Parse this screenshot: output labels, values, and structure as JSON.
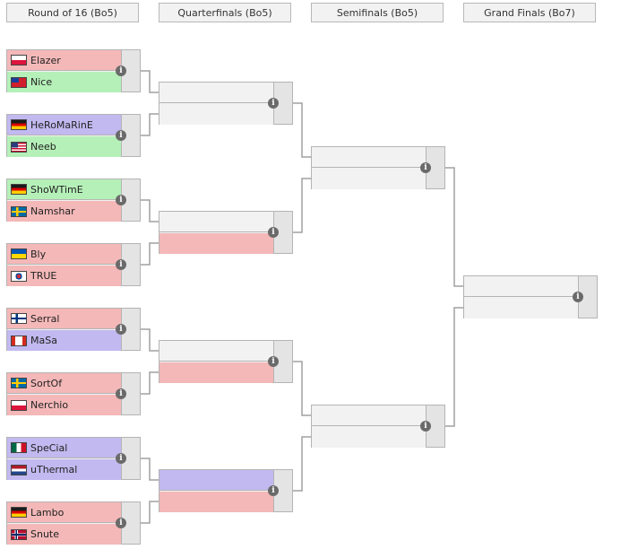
{
  "rounds": [
    {
      "label": "Round of 16 (Bo5)"
    },
    {
      "label": "Quarterfinals (Bo5)"
    },
    {
      "label": "Semifinals (Bo5)"
    },
    {
      "label": "Grand Finals (Bo7)"
    }
  ],
  "colors": {
    "win": "#b5f0b8",
    "loss": "#f4b8b8",
    "tbd": "#c1b9ef",
    "empty": "#f2f2f2",
    "line": "#a0a0a0"
  },
  "info_icon": "info-icon",
  "round_of_16": [
    {
      "top": {
        "name": "Elazer",
        "flag": "poland",
        "state": "loss"
      },
      "bottom": {
        "name": "Nice",
        "flag": "taiwan",
        "state": "win"
      }
    },
    {
      "top": {
        "name": "HeRoMaRinE",
        "flag": "germany",
        "state": "tbd"
      },
      "bottom": {
        "name": "Neeb",
        "flag": "usa",
        "state": "win"
      }
    },
    {
      "top": {
        "name": "ShoWTimE",
        "flag": "germany",
        "state": "win"
      },
      "bottom": {
        "name": "Namshar",
        "flag": "sweden",
        "state": "loss"
      }
    },
    {
      "top": {
        "name": "Bly",
        "flag": "ukraine",
        "state": "loss"
      },
      "bottom": {
        "name": "TRUE",
        "flag": "korea",
        "state": "loss"
      }
    },
    {
      "top": {
        "name": "Serral",
        "flag": "finland",
        "state": "loss"
      },
      "bottom": {
        "name": "MaSa",
        "flag": "canada",
        "state": "tbd"
      }
    },
    {
      "top": {
        "name": "SortOf",
        "flag": "sweden",
        "state": "loss"
      },
      "bottom": {
        "name": "Nerchio",
        "flag": "poland",
        "state": "loss"
      }
    },
    {
      "top": {
        "name": "SpeCial",
        "flag": "mexico",
        "state": "tbd"
      },
      "bottom": {
        "name": "uThermal",
        "flag": "netherlands",
        "state": "tbd"
      }
    },
    {
      "top": {
        "name": "Lambo",
        "flag": "germany",
        "state": "loss"
      },
      "bottom": {
        "name": "Snute",
        "flag": "norway",
        "state": "loss"
      }
    }
  ],
  "quarterfinals": [
    {
      "top": {
        "name": "",
        "flag": "",
        "state": "empty"
      },
      "bottom": {
        "name": "",
        "flag": "",
        "state": "empty"
      }
    },
    {
      "top": {
        "name": "",
        "flag": "",
        "state": "empty"
      },
      "bottom": {
        "name": "",
        "flag": "",
        "state": "loss"
      }
    },
    {
      "top": {
        "name": "",
        "flag": "",
        "state": "empty"
      },
      "bottom": {
        "name": "",
        "flag": "",
        "state": "loss"
      }
    },
    {
      "top": {
        "name": "",
        "flag": "",
        "state": "tbd"
      },
      "bottom": {
        "name": "",
        "flag": "",
        "state": "loss"
      }
    }
  ],
  "semifinals": [
    {
      "top": {
        "name": "",
        "flag": "",
        "state": "empty"
      },
      "bottom": {
        "name": "",
        "flag": "",
        "state": "empty"
      }
    },
    {
      "top": {
        "name": "",
        "flag": "",
        "state": "empty"
      },
      "bottom": {
        "name": "",
        "flag": "",
        "state": "empty"
      }
    }
  ],
  "grand_finals": [
    {
      "top": {
        "name": "",
        "flag": "",
        "state": "empty"
      },
      "bottom": {
        "name": "",
        "flag": "",
        "state": "empty"
      }
    }
  ]
}
